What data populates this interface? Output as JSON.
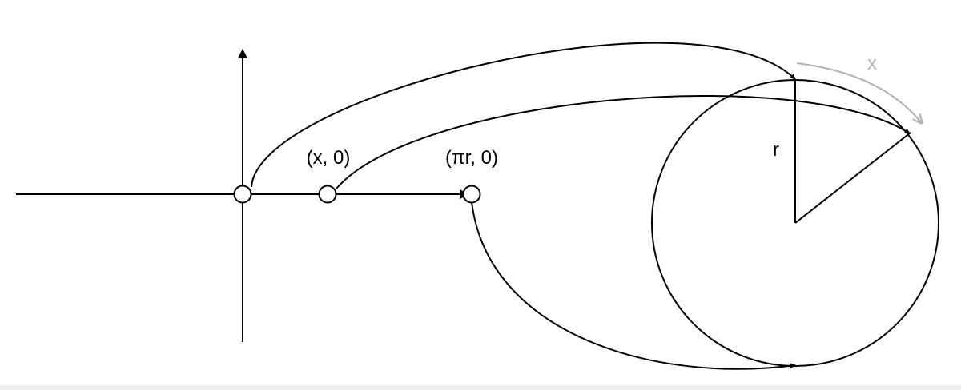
{
  "labels": {
    "point_x": "(x, 0)",
    "point_pir": "(πr, 0)",
    "radius": "r",
    "arc_length": "x"
  },
  "colors": {
    "stroke": "#000000",
    "arc_hint": "#b3b3b3",
    "node_fill": "#ffffff"
  }
}
